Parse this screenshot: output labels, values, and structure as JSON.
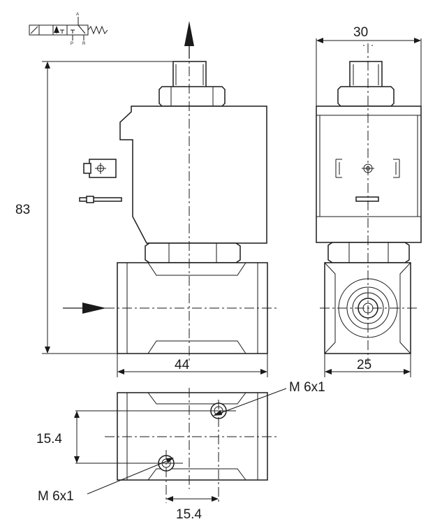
{
  "dimensions": {
    "height_total": "83",
    "width_front": "44",
    "width_top": "30",
    "width_side": "25",
    "hole_offset_vertical": "15.4",
    "hole_offset_horizontal": "15.4"
  },
  "port_thread_upper": "M 6x1",
  "port_thread_lower": "M 6x1",
  "symbol_port_labels": {
    "a": "A",
    "p": "P",
    "r": "R"
  },
  "colors": {
    "line": "#1a1a1a",
    "background": "#ffffff"
  }
}
